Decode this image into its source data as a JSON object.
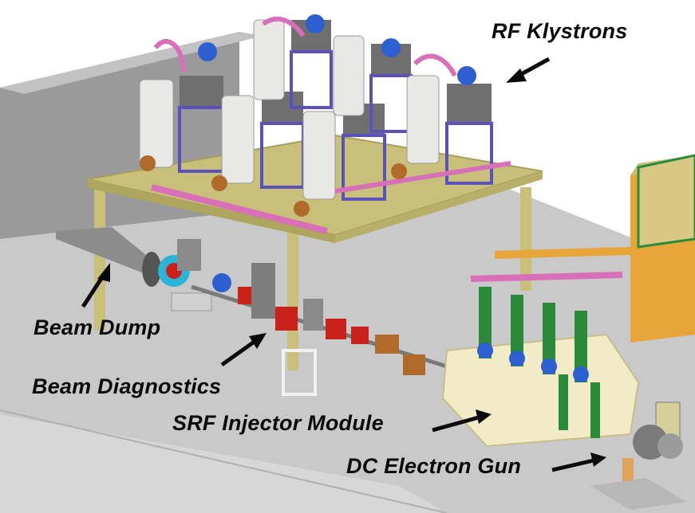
{
  "labels": {
    "rf_klystrons": "RF Klystrons",
    "beam_dump": "Beam Dump",
    "beam_diagnostics": "Beam Diagnostics",
    "srf_injector_module": "SRF Injector Module",
    "dc_electron_gun": "DC Electron Gun"
  },
  "colors": {
    "floor": "#c9c9c9",
    "wall": "#9a9a9a",
    "platform": "#c8c07a",
    "klystron_body": "#e8e8e6",
    "klystron_box": "#6f6f6f",
    "frame": "#5a52b8",
    "pipe_pink": "#d86fb8",
    "pipe_blue": "#2d5fd0",
    "cryomodule": "#f2ebc8",
    "orange_housing": "#e7a53a",
    "arrow": "#0a0a0a"
  }
}
